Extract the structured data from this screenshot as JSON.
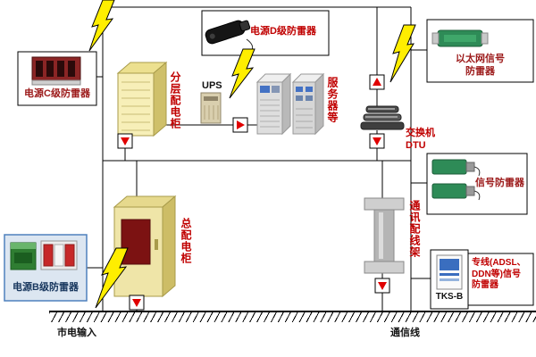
{
  "boxes": {
    "power_d": {
      "label": "电源D级防雷器"
    },
    "power_c": {
      "label": "电源C级防雷器"
    },
    "power_b": {
      "label": "电源B级防雷器"
    },
    "ethernet": {
      "line1": "以太网信号",
      "line2": "防雷器"
    },
    "signal": {
      "label": "信号防雷器"
    },
    "dedicated": {
      "line1": "专线(ADSL、",
      "line2": "DDN等)信号",
      "line3": "防雷器",
      "device_label": "TKS-B"
    }
  },
  "equipment": {
    "dist_cabinet": "分层配电柜",
    "ups": "UPS",
    "servers": "服务器等",
    "switch_line1": "交换机",
    "switch_line2": "DTU",
    "main_cabinet": "总配电柜",
    "patch_panel": "通讯配线架"
  },
  "bottom": {
    "mains_input": "市电输入",
    "comm_line": "通信线"
  },
  "colors": {
    "label_red": "#c00000",
    "label_maroon": "#9c1a1a",
    "label_navy": "#17365d",
    "lightning_yellow": "#ffee00",
    "cabinet_yellow": "#f2e9ac",
    "device_green": "#2e8b57",
    "panel_dark_red": "#7c1212",
    "arrow_red": "#e00000"
  }
}
